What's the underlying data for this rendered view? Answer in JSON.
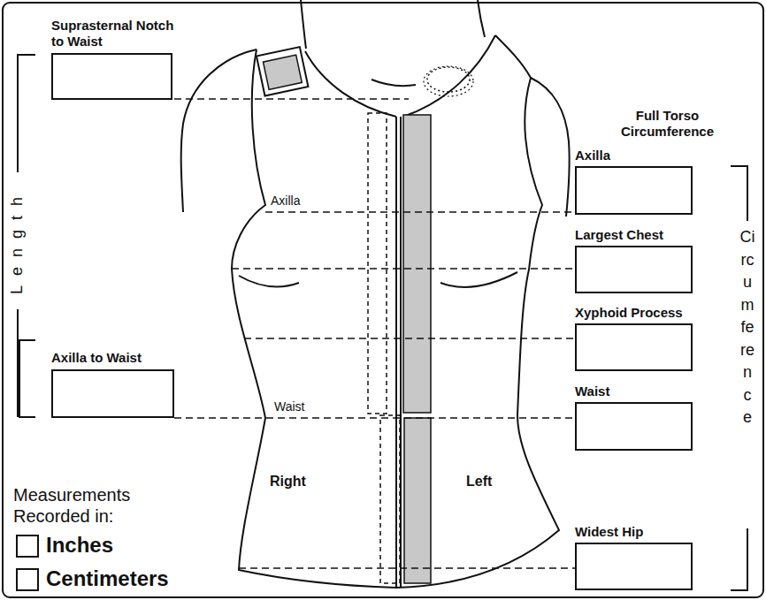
{
  "diagram": {
    "nodes": [
      {
        "text": [
          "Suprasternal Notch to Waist"
        ]
      },
      {
        "text": [
          "Axilla"
        ]
      },
      {
        "text": [
          "Largest Chest"
        ]
      },
      {
        "text": [
          "Xyphoid Process"
        ]
      },
      {
        "text": [
          "Axilla to Waist"
        ]
      },
      {
        "text": [
          "Waist"
        ]
      },
      {
        "text": [
          "Widest Hip"
        ]
      },
      {
        "text": [
          "Inches"
        ]
      },
      {
        "text": [
          "Centimeters"
        ]
      }
    ],
    "labels": [
      "Full Torso Circumference",
      "Length",
      "Axilla",
      "Circumference",
      "Waist",
      "Right",
      "Left",
      "Measurements Recorded in:"
    ]
  }
}
